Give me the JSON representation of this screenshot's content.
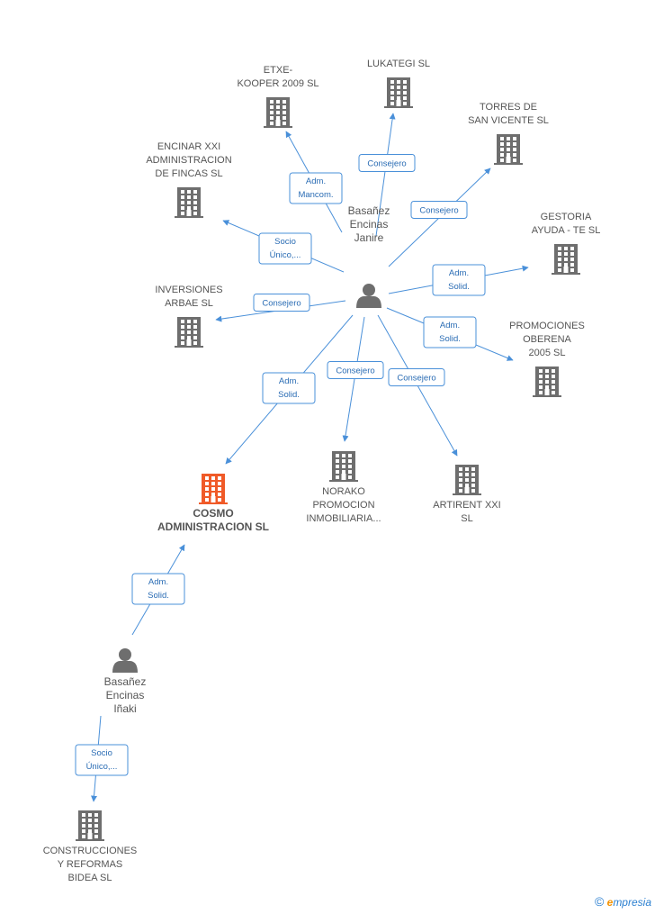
{
  "colors": {
    "edge": "#4a90d9",
    "edge_text": "#2a6cb4",
    "building": "#6e6e6e",
    "main_building": "#f05a28",
    "person": "#6e6e6e"
  },
  "nodes": [
    {
      "id": "p1",
      "kind": "person",
      "lines": [
        "Basañez",
        "Encinas",
        "Janire"
      ]
    },
    {
      "id": "p2",
      "kind": "person",
      "lines": [
        "Basañez",
        "Encinas",
        "Iñaki"
      ]
    },
    {
      "id": "lukategi",
      "kind": "company",
      "lines": [
        "LUKATEGI SL"
      ]
    },
    {
      "id": "etxe",
      "kind": "company",
      "lines": [
        "ETXE-",
        "KOOPER 2009 SL"
      ]
    },
    {
      "id": "torres",
      "kind": "company",
      "lines": [
        "TORRES DE",
        "SAN VICENTE SL"
      ]
    },
    {
      "id": "encinar",
      "kind": "company",
      "lines": [
        "ENCINAR XXI",
        "ADMINISTRACION",
        "DE FINCAS SL"
      ]
    },
    {
      "id": "gestoria",
      "kind": "company",
      "lines": [
        "GESTORIA",
        "AYUDA - TE SL"
      ]
    },
    {
      "id": "inversiones",
      "kind": "company",
      "lines": [
        "INVERSIONES",
        "ARBAE SL"
      ]
    },
    {
      "id": "promociones",
      "kind": "company",
      "lines": [
        "PROMOCIONES",
        "OBERENA",
        "2005 SL"
      ]
    },
    {
      "id": "cosmo",
      "kind": "main",
      "lines": [
        "COSMO",
        "ADMINISTRACION SL"
      ]
    },
    {
      "id": "norako",
      "kind": "company",
      "lines": [
        "NORAKO",
        "PROMOCION",
        "INMOBILIARIA..."
      ]
    },
    {
      "id": "artirent",
      "kind": "company",
      "lines": [
        "ARTIRENT XXI",
        "SL"
      ]
    },
    {
      "id": "construcciones",
      "kind": "company",
      "lines": [
        "CONSTRUCCIONES",
        "Y REFORMAS",
        "BIDEA SL"
      ]
    }
  ],
  "edges": [
    {
      "from": "p1",
      "to": "lukategi",
      "lines": [
        "Consejero"
      ]
    },
    {
      "from": "p1",
      "to": "etxe",
      "lines": [
        "Adm.",
        "Mancom."
      ]
    },
    {
      "from": "p1",
      "to": "torres",
      "lines": [
        "Consejero"
      ]
    },
    {
      "from": "p1",
      "to": "encinar",
      "lines": [
        "Socio",
        "Único,..."
      ]
    },
    {
      "from": "p1",
      "to": "gestoria",
      "lines": [
        "Adm.",
        "Solid."
      ]
    },
    {
      "from": "p1",
      "to": "inversiones",
      "lines": [
        "Consejero"
      ]
    },
    {
      "from": "p1",
      "to": "promociones",
      "lines": [
        "Adm.",
        "Solid."
      ]
    },
    {
      "from": "p1",
      "to": "cosmo",
      "lines": [
        "Adm.",
        "Solid."
      ]
    },
    {
      "from": "p1",
      "to": "norako",
      "lines": [
        "Consejero"
      ]
    },
    {
      "from": "p1",
      "to": "artirent",
      "lines": [
        "Consejero"
      ]
    },
    {
      "from": "p2",
      "to": "cosmo",
      "lines": [
        "Adm.",
        "Solid."
      ]
    },
    {
      "from": "p2",
      "to": "construcciones",
      "lines": [
        "Socio",
        "Único,..."
      ]
    }
  ],
  "footer": {
    "copyright": "©",
    "brand_e": "e",
    "brand_rest": "mpresia"
  }
}
